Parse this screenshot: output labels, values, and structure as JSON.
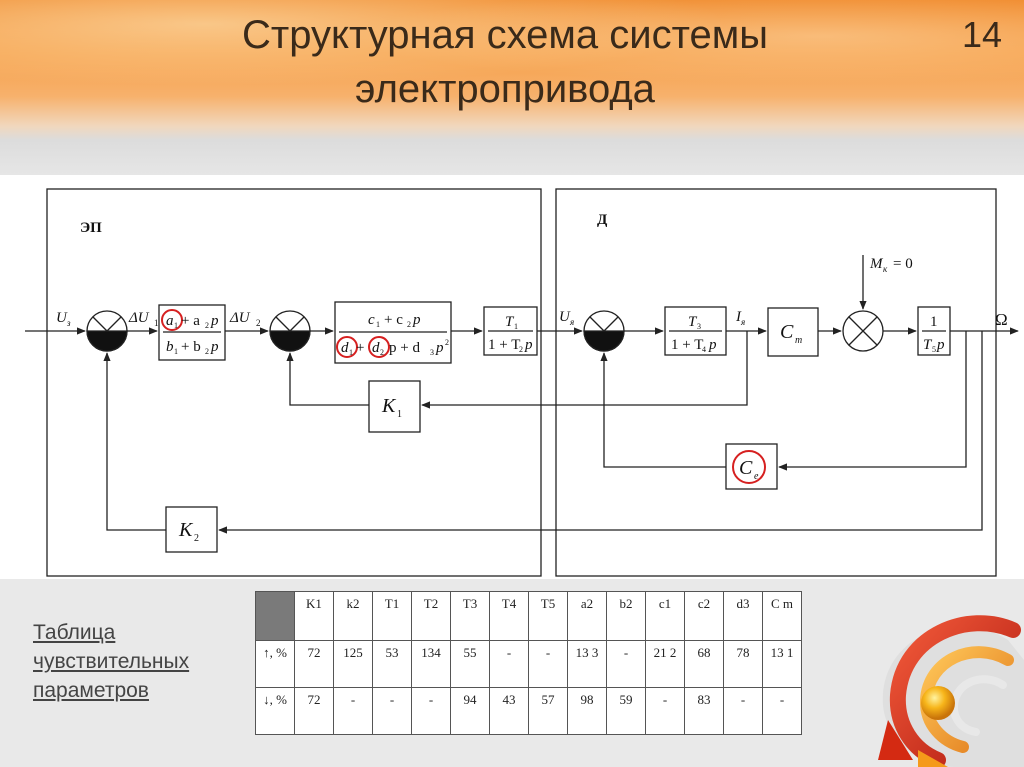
{
  "header": {
    "title_line1": "Структурная схема системы",
    "title_line2": "электропривода",
    "slide_number": "14"
  },
  "diagram": {
    "section_ep": "ЭП",
    "section_d": "Д",
    "u_z": "U",
    "delta_u1": "ΔU",
    "delta_u2": "ΔU",
    "u_ya": "U",
    "i_ya": "I",
    "load": "M",
    "load_eq": "= 0",
    "omega": "Ω",
    "block1_num_a1": "a",
    "block1_num_rest": "+ a",
    "block1_num_p": "p",
    "block1_den": "b",
    "block1_den_rest": "+ b",
    "block1_den_p": "p",
    "block2_num": "c",
    "block2_num_rest": "+ c",
    "block2_num_p": "p",
    "block2_den_d1": "d",
    "block2_den_d2": "d",
    "block2_den_rest": "p + d",
    "block2_den_p2": "p",
    "block3_num": "T",
    "block3_den": "1 + T",
    "block3_den_p": "p",
    "block4_num": "T",
    "block4_den": "1 + T",
    "block4_den_p": "p",
    "cm": "C",
    "block5_num": "1",
    "block5_den": "T",
    "block5_den_p": "p",
    "k1": "K",
    "k2": "K",
    "ce": "C"
  },
  "table": {
    "caption": [
      "Таблица",
      "чувствительных",
      "параметров"
    ],
    "headers": [
      "K1",
      "k2",
      "T1",
      "T2",
      "T3",
      "T4",
      "T5",
      "a2",
      "b2",
      "c1",
      "c2",
      "d3",
      "C m"
    ],
    "rows": [
      {
        "label": "↑, %",
        "values": [
          "72",
          "125",
          "53",
          "134",
          "55",
          "-",
          "-",
          "13 3",
          "-",
          "21 2",
          "68",
          "78",
          "13 1"
        ]
      },
      {
        "label": "↓, %",
        "values": [
          "72",
          "-",
          "-",
          "-",
          "94",
          "43",
          "57",
          "98",
          "59",
          "-",
          "83",
          "-",
          "-"
        ]
      }
    ]
  },
  "colors": {
    "accent": "#f08a2c",
    "highlight_circle": "#d62020",
    "line": "#222222"
  }
}
